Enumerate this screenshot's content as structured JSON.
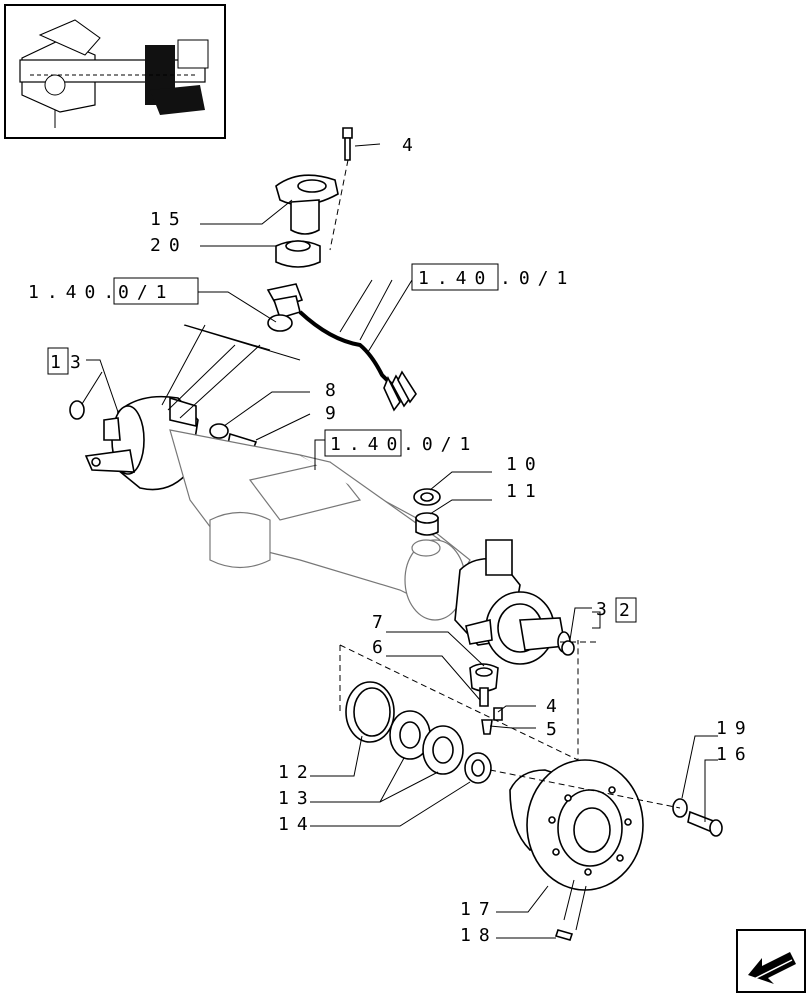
{
  "labels": {
    "p4_top": "4",
    "p15": "15",
    "p20": "20",
    "ref_left_prefix": "1.40.",
    "ref_left_box": "0/1",
    "ref_right_box": "1.40",
    "ref_right_suffix": ".0/1",
    "p1_box": "1",
    "p3_left": "3",
    "p8": "8",
    "p9": "9",
    "ref_mid_box": "1.40",
    "ref_mid_suffix": ".0/1",
    "p10": "10",
    "p11": "11",
    "p3_right": "3",
    "p2_box": "2",
    "p7": "7",
    "p6": "6",
    "p4_mid": "4",
    "p5": "5",
    "p12": "12",
    "p13": "13",
    "p14": "14",
    "p19": "19",
    "p16": "16",
    "p17": "17",
    "p18": "18"
  },
  "icons": {
    "thumbnail": "axle-thumbnail-icon",
    "nav": "arrow-back-icon"
  }
}
